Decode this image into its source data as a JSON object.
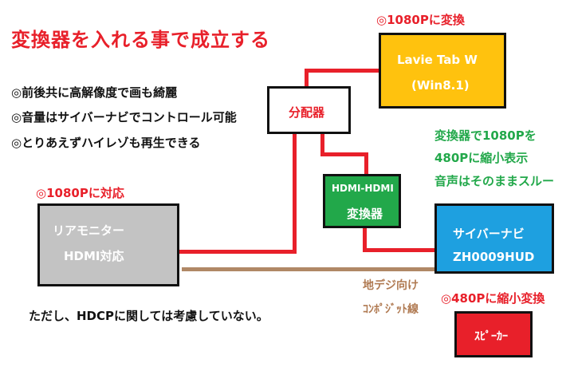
{
  "title": "変換器を入れる事で成立する",
  "bullets": [
    "◎前後共に高解像度で画も綺麗",
    "◎音量はサイバーナビでコントロール可能",
    "◎とりあえずハイレゾも再生できる"
  ],
  "note": "ただし、HDCPに関しては考慮していない。",
  "tablet": {
    "note": "◎1080Pに変換",
    "line1": "Lavie Tab W",
    "line2": "(Win8.1)"
  },
  "splitter": {
    "label": "分配器"
  },
  "converter": {
    "line1": "HDMI-HDMI",
    "line2": "変換器"
  },
  "converter_note": [
    "変換器で1080Pを",
    "480Pに縮小表示",
    "音声はそのままスルー"
  ],
  "rear_monitor": {
    "note": "◎1080Pに対応",
    "line1": "リアモニター",
    "line2": "HDMI対応"
  },
  "navi": {
    "line1": "サイバーナビ",
    "line2": "ZH0009HUD",
    "note": "◎480Pに縮小変換"
  },
  "composite": {
    "line1": "地デジ向け",
    "line2": "ｺﾝﾎﾟｼﾞｯﾄ線"
  },
  "speaker": {
    "label": "ｽﾋﾟｰｶｰ"
  },
  "colors": {
    "red": "#e8202a",
    "green": "#22a84a",
    "tablet_fill": "#ffc20e",
    "monitor_fill": "#c3c3c3",
    "converter_fill": "#22a84a",
    "navi_fill": "#1ea0e0",
    "cable_brown": "#b08866"
  }
}
